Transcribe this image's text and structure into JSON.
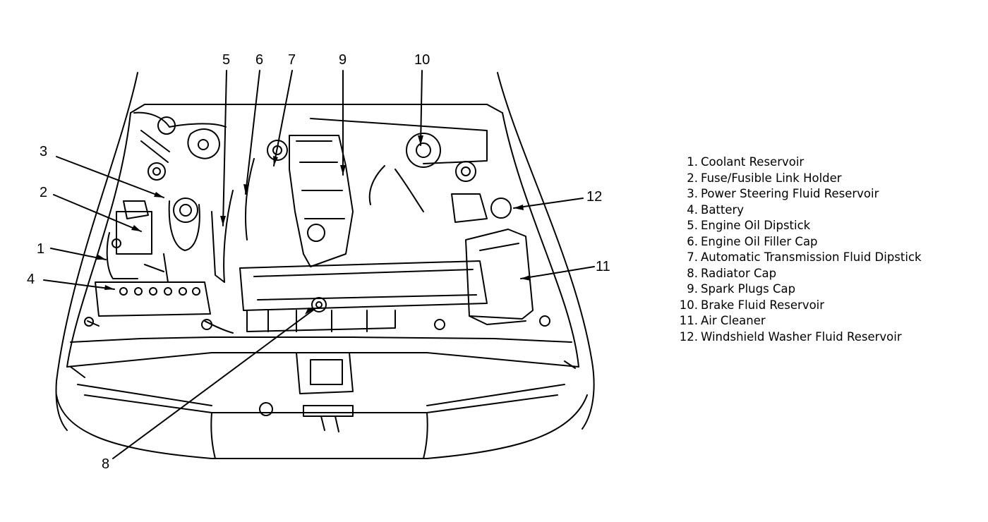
{
  "callouts": [
    {
      "id": "1",
      "label": "1"
    },
    {
      "id": "2",
      "label": "2"
    },
    {
      "id": "3",
      "label": "3"
    },
    {
      "id": "4",
      "label": "4"
    },
    {
      "id": "5",
      "label": "5"
    },
    {
      "id": "6",
      "label": "6"
    },
    {
      "id": "7",
      "label": "7"
    },
    {
      "id": "8",
      "label": "8"
    },
    {
      "id": "9",
      "label": "9"
    },
    {
      "id": "10",
      "label": "10"
    },
    {
      "id": "11",
      "label": "11"
    },
    {
      "id": "12",
      "label": "12"
    }
  ],
  "legend": [
    {
      "num": "1.",
      "text": "Coolant Reservoir"
    },
    {
      "num": "2.",
      "text": "Fuse/Fusible Link Holder"
    },
    {
      "num": "3.",
      "text": "Power Steering Fluid Reservoir"
    },
    {
      "num": "4.",
      "text": "Battery"
    },
    {
      "num": "5.",
      "text": "Engine Oil Dipstick"
    },
    {
      "num": "6.",
      "text": "Engine Oil Filler Cap"
    },
    {
      "num": "7.",
      "text": "Automatic Transmission Fluid Dipstick"
    },
    {
      "num": "8.",
      "text": "Radiator Cap"
    },
    {
      "num": "9.",
      "text": "Spark Plugs Cap"
    },
    {
      "num": "10.",
      "text": "Brake Fluid Reservoir"
    },
    {
      "num": "11.",
      "text": "Air Cleaner"
    },
    {
      "num": "12.",
      "text": "Windshield Washer Fluid Reservoir"
    }
  ],
  "colors": {
    "line": "#000000",
    "background": "#ffffff"
  }
}
